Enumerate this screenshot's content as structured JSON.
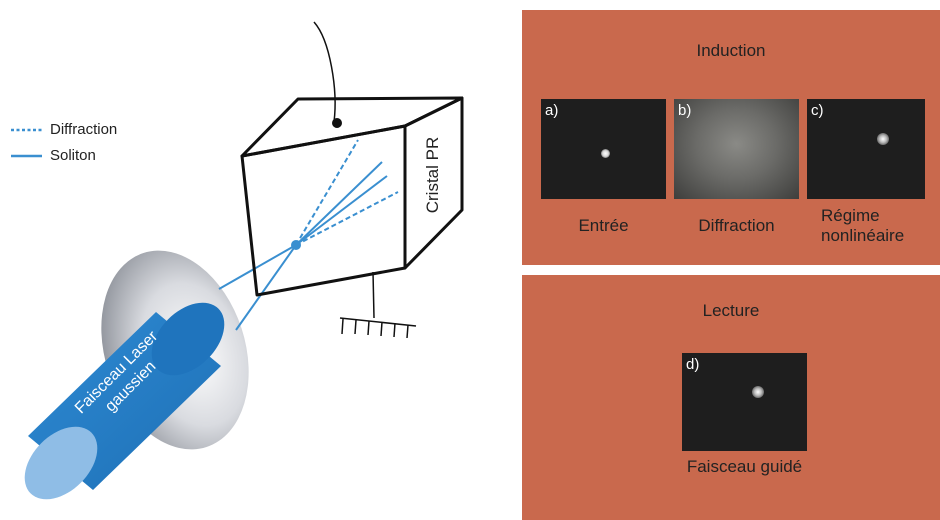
{
  "legend": {
    "diffraction": "Diffraction",
    "soliton": "Soliton"
  },
  "crystal_label": "Cristal PR",
  "beam_label": [
    "Faisceau Laser",
    "gaussien"
  ],
  "induction": {
    "title": "Induction",
    "frames": [
      {
        "tag": "a)",
        "caption": [
          "Entrée"
        ]
      },
      {
        "tag": "b)",
        "caption": [
          "Diffraction"
        ]
      },
      {
        "tag": "c)",
        "caption": [
          "Régime",
          "nonlinéaire"
        ]
      }
    ]
  },
  "lecture": {
    "title": "Lecture",
    "frames": [
      {
        "tag": "d)",
        "caption": [
          "Faisceau guidé"
        ]
      }
    ]
  },
  "colors": {
    "panel": "#c9694d",
    "beam": "#3a8fd0",
    "frame": "#1e1e1e",
    "line": "#111111"
  }
}
